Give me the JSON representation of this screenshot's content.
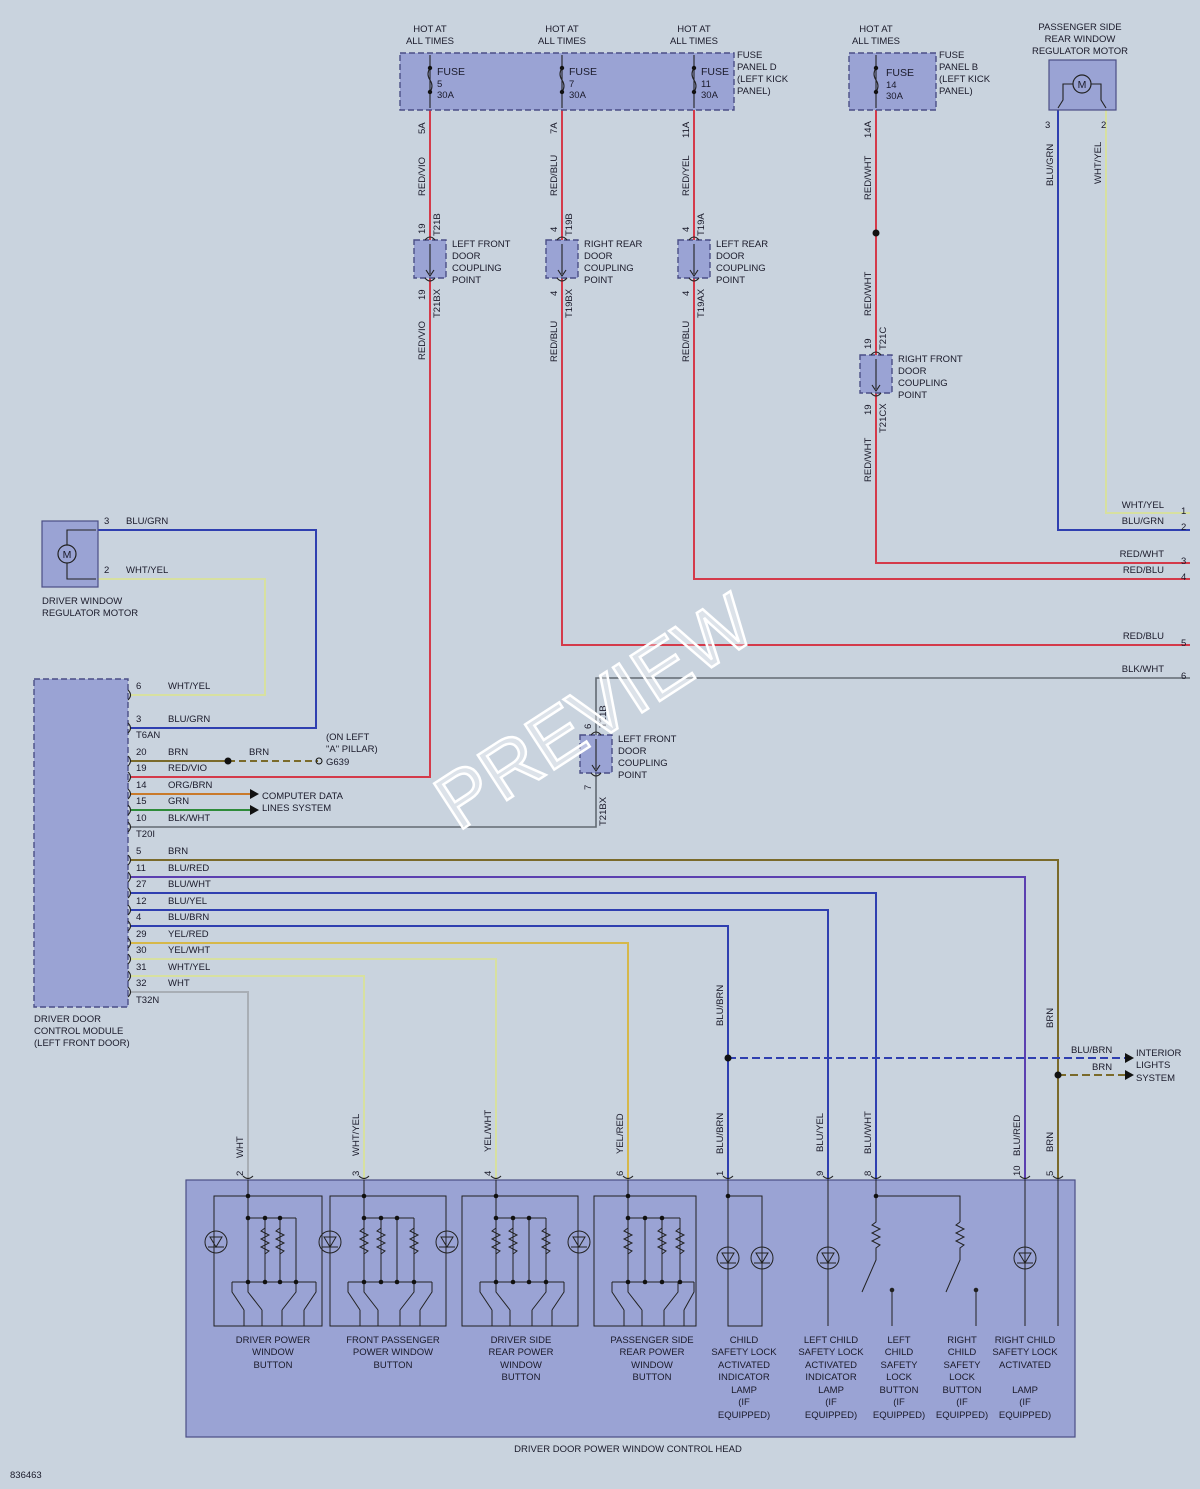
{
  "hot": "HOT AT",
  "all_times": "ALL TIMES",
  "fuse": "FUSE",
  "fuses": [
    {
      "num": "5",
      "amp": "30A"
    },
    {
      "num": "7",
      "amp": "30A"
    },
    {
      "num": "11",
      "amp": "30A"
    },
    {
      "num": "14",
      "amp": "30A"
    }
  ],
  "panel_d": [
    "FUSE",
    "PANEL D",
    "(LEFT KICK",
    "PANEL)"
  ],
  "panel_b": [
    "FUSE",
    "PANEL B",
    "(LEFT KICK",
    "PANEL)"
  ],
  "pass_motor": [
    "PASSENGER SIDE",
    "REAR WINDOW",
    "REGULATOR MOTOR"
  ],
  "drv_motor": [
    "DRIVER WINDOW",
    "REGULATOR MOTOR"
  ],
  "motor_m": "M",
  "terminals": {
    "t5a": "5A",
    "t7a": "7A",
    "t11a": "11A",
    "t14a": "14A"
  },
  "coupling": {
    "lf": [
      "LEFT FRONT",
      "DOOR",
      "COUPLING",
      "POINT"
    ],
    "rr": [
      "RIGHT REAR",
      "DOOR",
      "COUPLING",
      "POINT"
    ],
    "lr": [
      "LEFT REAR",
      "DOOR",
      "COUPLING",
      "POINT"
    ],
    "rf": [
      "RIGHT FRONT",
      "DOOR",
      "COUPLING",
      "POINT"
    ],
    "lf2": [
      "LEFT FRONT",
      "DOOR",
      "COUPLING",
      "POINT"
    ]
  },
  "conn": {
    "t21b": "T21B",
    "t21bx": "T21BX",
    "t19b": "T19B",
    "t19bx": "T19BX",
    "t19a": "T19A",
    "t19ax": "T19AX",
    "t21c": "T21C",
    "t21cx": "T21CX",
    "t6an": "T6AN",
    "t20i": "T20I",
    "t32n": "T32N"
  },
  "pins": {
    "p19": "19",
    "p4": "4",
    "p3": "3",
    "p2": "2",
    "p6": "6",
    "p7": "7",
    "p20": "20",
    "p14": "14",
    "p15": "15",
    "p10": "10",
    "p5": "5",
    "p11": "11",
    "p27": "27",
    "p12": "12",
    "p29": "29",
    "p30": "30",
    "p31": "31",
    "p32": "32",
    "p1": "1",
    "p9": "9",
    "p8": "8",
    "r1": "1",
    "r2": "2",
    "r3": "3",
    "r4": "4",
    "r5": "5",
    "r6": "6"
  },
  "colors": {
    "red_vio": "RED/VIO",
    "red_blu": "RED/BLU",
    "red_yel": "RED/YEL",
    "red_wht": "RED/WHT",
    "blu_grn": "BLU/GRN",
    "wht_yel": "WHT/YEL",
    "blk_wht": "BLK/WHT",
    "brn": "BRN",
    "org_brn": "ORG/BRN",
    "grn": "GRN",
    "blu_red": "BLU/RED",
    "blu_wht": "BLU/WHT",
    "blu_yel": "BLU/YEL",
    "blu_brn": "BLU/BRN",
    "yel_red": "YEL/RED",
    "yel_wht": "YEL/WHT",
    "wht": "WHT"
  },
  "wire_hex": {
    "red": "#d43a4a",
    "blue": "#2f3fb0",
    "lightyellow": "#d7e0a0",
    "brown": "#7a6a2a",
    "gray": "#626a72",
    "orange": "#c97a2a",
    "green": "#2e8b3a",
    "purple": "#5b3fb0",
    "yellow": "#d6b84a",
    "lightgray": "#a8aeb5"
  },
  "pillar": [
    "(ON LEFT",
    "\"A\" PILLAR)",
    "G639"
  ],
  "computer": [
    "COMPUTER DATA",
    "LINES SYSTEM"
  ],
  "interior": [
    "INTERIOR",
    "LIGHTS",
    "SYSTEM"
  ],
  "module": [
    "DRIVER DOOR",
    "CONTROL MODULE",
    "(LEFT FRONT DOOR)"
  ],
  "buttons": [
    [
      "DRIVER POWER",
      "WINDOW",
      "BUTTON"
    ],
    [
      "FRONT PASSENGER",
      "POWER WINDOW",
      "BUTTON"
    ],
    [
      "DRIVER SIDE",
      "REAR POWER",
      "WINDOW",
      "BUTTON"
    ],
    [
      "PASSENGER SIDE",
      "REAR POWER",
      "WINDOW",
      "BUTTON"
    ],
    [
      "CHILD",
      "SAFETY LOCK",
      "ACTIVATED",
      "INDICATOR",
      "LAMP",
      "(IF",
      "EQUIPPED)"
    ],
    [
      "LEFT CHILD",
      "SAFETY LOCK",
      "ACTIVATED",
      "INDICATOR",
      "LAMP",
      "(IF",
      "EQUIPPED)"
    ],
    [
      "LEFT",
      "CHILD",
      "SAFETY",
      "LOCK",
      "BUTTON",
      "(IF",
      "EQUIPPED)"
    ],
    [
      "RIGHT",
      "CHILD",
      "SAFETY",
      "LOCK",
      "BUTTON",
      "(IF",
      "EQUIPPED)"
    ],
    [
      "RIGHT CHILD",
      "SAFETY LOCK",
      "ACTIVATED",
      "LAMP",
      "(IF",
      "EQUIPPED)"
    ]
  ],
  "control_head": "DRIVER DOOR POWER WINDOW CONTROL HEAD",
  "diagram_id": "836463",
  "watermark": "PREVIEW"
}
